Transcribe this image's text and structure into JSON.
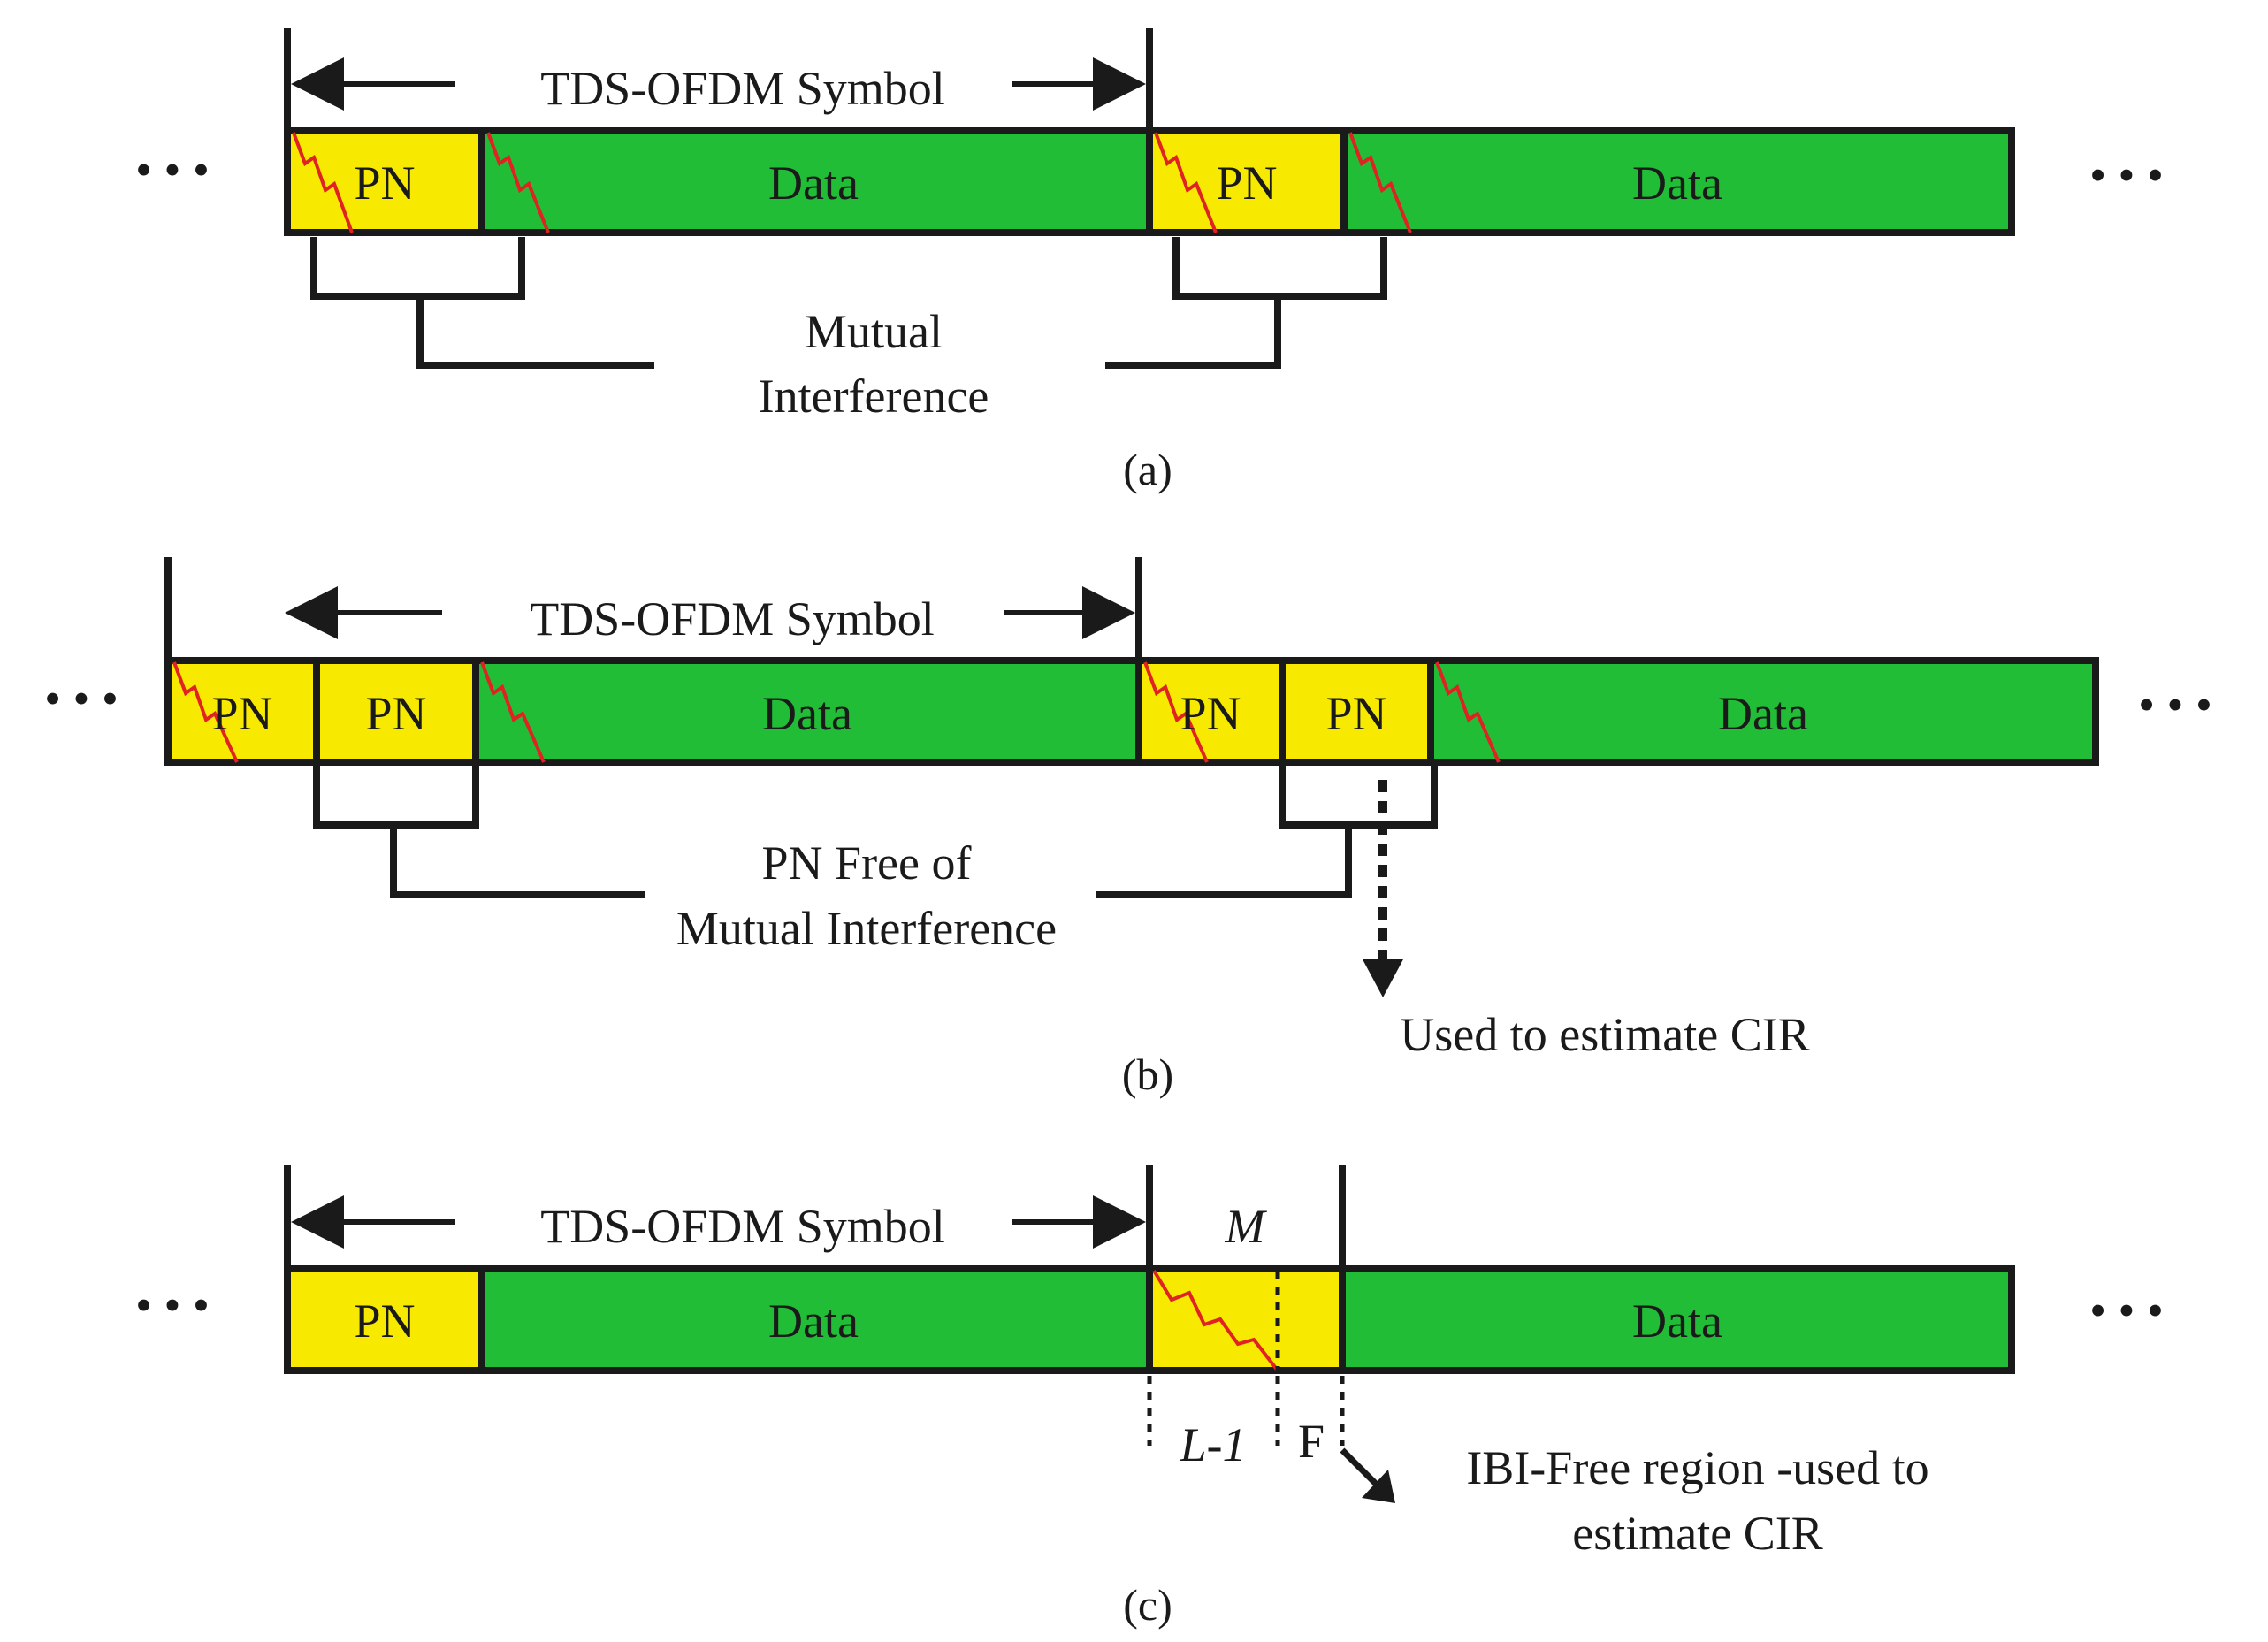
{
  "colors": {
    "pn_fill": "#f7ea00",
    "data_fill": "#21bd36",
    "outline": "#1a1a1a",
    "multipath": "#e02222"
  },
  "panel_a": {
    "symbol_label": "TDS-OFDM Symbol",
    "pn_1": "PN",
    "data_1": "Data",
    "pn_2": "PN",
    "data_2": "Data",
    "mutual_line1": "Mutual",
    "mutual_line2": "Interference",
    "ellipsis_left": "• • •",
    "ellipsis_right": "• • •",
    "caption": "(a)"
  },
  "panel_b": {
    "symbol_label": "TDS-OFDM Symbol",
    "pn_1a": "PN",
    "pn_1b": "PN",
    "data_1": "Data",
    "pn_2a": "PN",
    "pn_2b": "PN",
    "data_2": "Data",
    "free_line1": "PN Free of",
    "free_line2": "Mutual Interference",
    "cir_label": "Used to estimate CIR",
    "ellipsis_left": "• • •",
    "ellipsis_right": "• • •",
    "caption": "(b)"
  },
  "panel_c": {
    "symbol_label": "TDS-OFDM Symbol",
    "pn_1": "PN",
    "data_1": "Data",
    "data_2": "Data",
    "m_label": "M",
    "l_label": "L-1",
    "f_label": "F",
    "ibi_line1": "IBI-Free region -used to",
    "ibi_line2": "estimate CIR",
    "ellipsis_left": "• • •",
    "ellipsis_right": "• • •",
    "caption": "(c)"
  }
}
